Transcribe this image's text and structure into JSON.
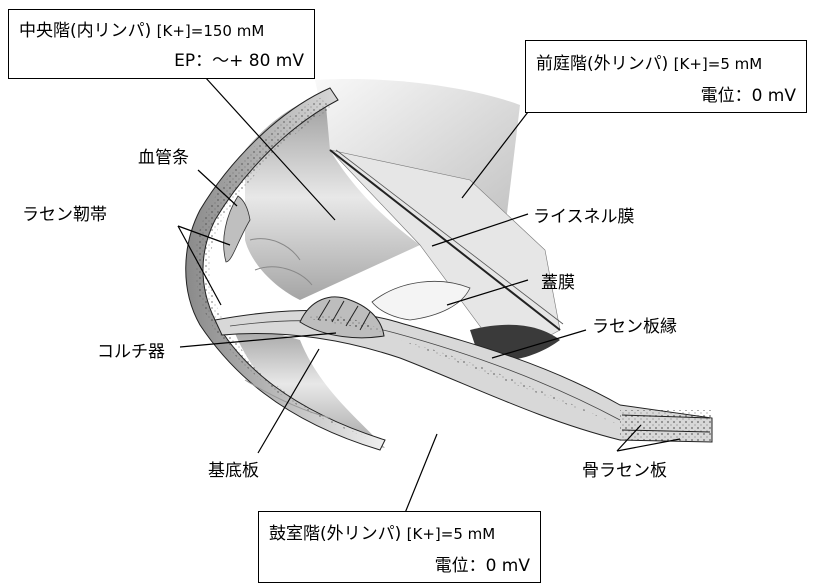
{
  "callouts": {
    "scala_media": {
      "name": "中央階(内リンパ)",
      "k": "[K+]=150 mM",
      "potential": "EP：〜+ 80 mV"
    },
    "scala_vestibuli": {
      "name": "前庭階(外リンパ)",
      "k": "[K+]=5 mM",
      "potential": "電位：0 mV"
    },
    "scala_tympani": {
      "name": "鼓室階(外リンパ)",
      "k": "[K+]=5 mM",
      "potential": "電位：0 mV"
    }
  },
  "labels": {
    "stria_vascularis": "血管条",
    "spiral_ligament": "ラセン靭帯",
    "reissner_membrane": "ライスネル膜",
    "tectorial_membrane": "蓋膜",
    "spiral_limbus": "ラセン板縁",
    "organ_of_corti": "コルチ器",
    "basilar_membrane": "基底板",
    "osseous_spiral_lamina": "骨ラセン板"
  }
}
